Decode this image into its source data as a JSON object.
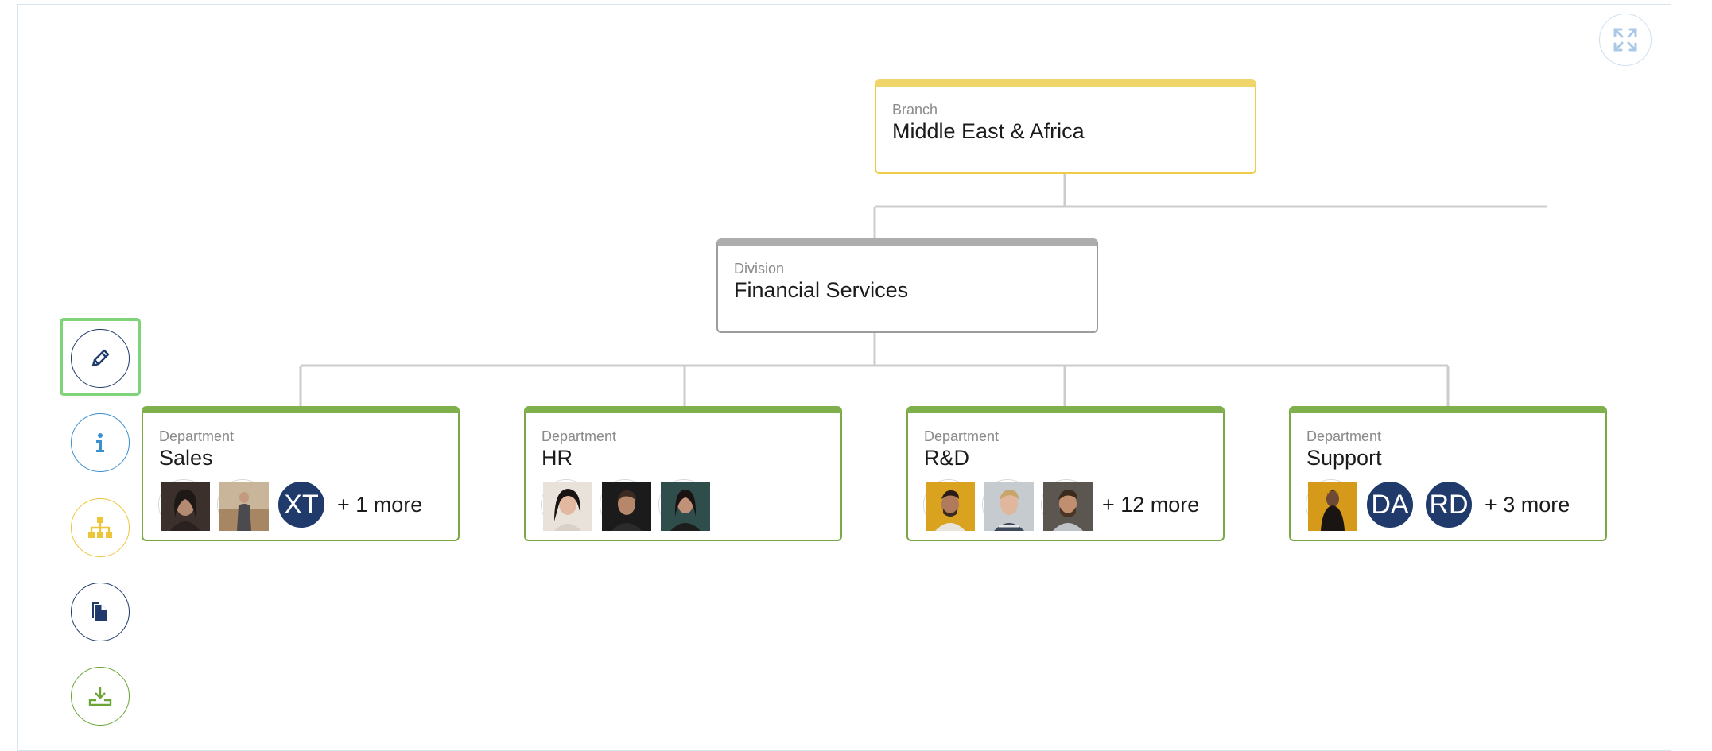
{
  "toolbar": {
    "items": [
      {
        "name": "edit",
        "icon": "pencil-icon",
        "color": "#1f3a6b"
      },
      {
        "name": "info",
        "icon": "info-icon",
        "color": "#3a8fd0"
      },
      {
        "name": "org-chart",
        "icon": "org-chart-icon",
        "color": "#edc53a"
      },
      {
        "name": "copy",
        "icon": "copy-icon",
        "color": "#1f3a6b"
      },
      {
        "name": "download",
        "icon": "download-icon",
        "color": "#6aa535"
      }
    ],
    "selected": "edit",
    "focus_color": "#7fd47a"
  },
  "expand": {
    "icon": "expand-icon",
    "color": "#a9c9e6"
  },
  "chart": {
    "branch": {
      "type": "Branch",
      "name": "Middle East & Africa",
      "color": "#edcd45"
    },
    "division": {
      "type": "Division",
      "name": "Financial Services",
      "color": "#9d9d9d"
    },
    "departments": [
      {
        "type": "Department",
        "name": "Sales",
        "members": [
          {
            "kind": "photo"
          },
          {
            "kind": "photo"
          },
          {
            "kind": "initials",
            "text": "XT"
          }
        ],
        "more": "+ 1 more"
      },
      {
        "type": "Department",
        "name": "HR",
        "members": [
          {
            "kind": "photo"
          },
          {
            "kind": "photo"
          },
          {
            "kind": "photo"
          }
        ],
        "more": ""
      },
      {
        "type": "Department",
        "name": "R&D",
        "members": [
          {
            "kind": "photo"
          },
          {
            "kind": "photo"
          },
          {
            "kind": "photo"
          }
        ],
        "more": "+ 12 more"
      },
      {
        "type": "Department",
        "name": "Support",
        "members": [
          {
            "kind": "photo"
          },
          {
            "kind": "initials",
            "text": "DA"
          },
          {
            "kind": "initials",
            "text": "RD"
          }
        ],
        "more": "+ 3 more"
      }
    ],
    "department_color": "#7aa944",
    "connector_color": "#cccccc"
  }
}
